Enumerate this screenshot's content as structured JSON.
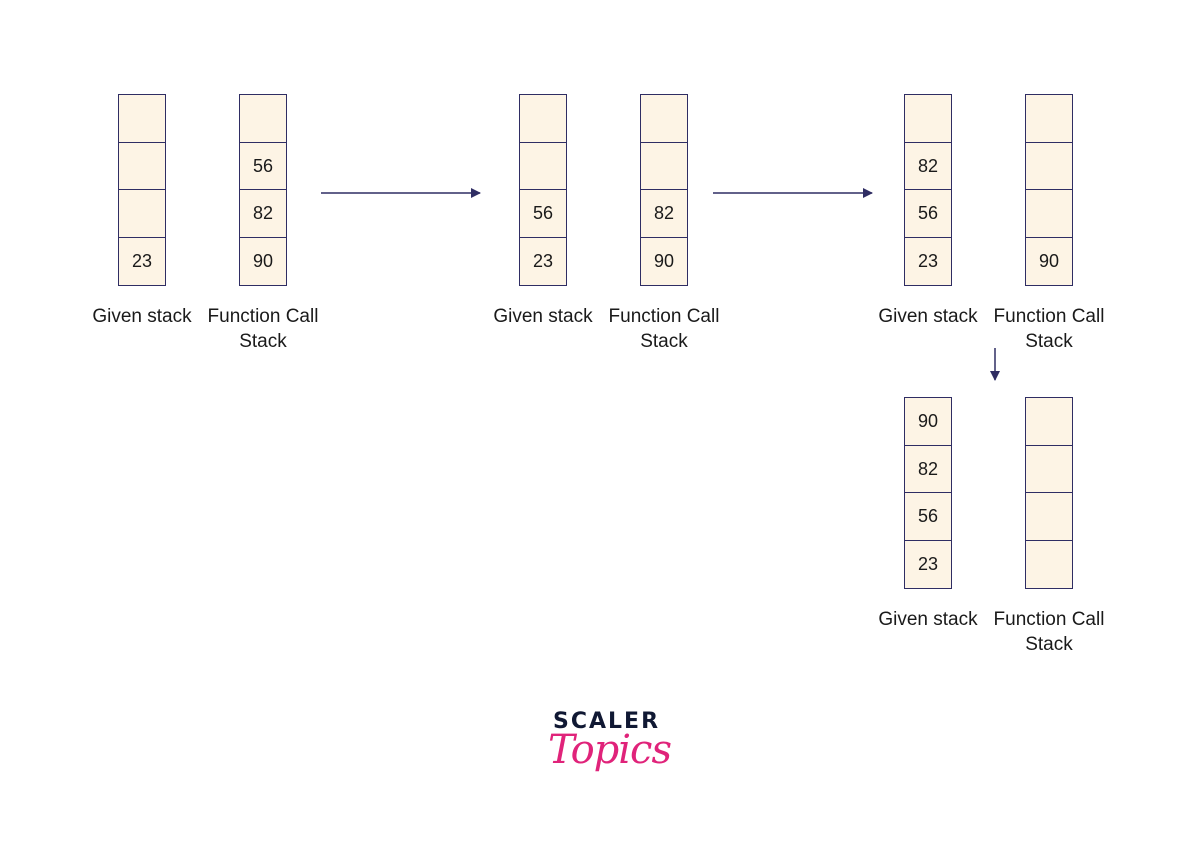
{
  "labels": {
    "given": "Given stack",
    "function_call": "Function Call\nStack"
  },
  "states": [
    {
      "given": [
        "",
        "",
        "",
        "23"
      ],
      "function_call": [
        "",
        "56",
        "82",
        "90"
      ]
    },
    {
      "given": [
        "",
        "",
        "56",
        "23"
      ],
      "function_call": [
        "",
        "",
        "82",
        "90"
      ]
    },
    {
      "given": [
        "",
        "82",
        "56",
        "23"
      ],
      "function_call": [
        "",
        "",
        "",
        "90"
      ]
    },
    {
      "given": [
        "90",
        "82",
        "56",
        "23"
      ],
      "function_call": [
        "",
        "",
        "",
        ""
      ]
    }
  ],
  "logo": {
    "line1": "SCALER",
    "line2": "Topics"
  },
  "colors": {
    "cell_fill": "#fdf4e5",
    "cell_border": "#2f2d63",
    "arrow": "#2f2d63",
    "logo_pink": "#e0237a",
    "logo_dark": "#101833"
  }
}
